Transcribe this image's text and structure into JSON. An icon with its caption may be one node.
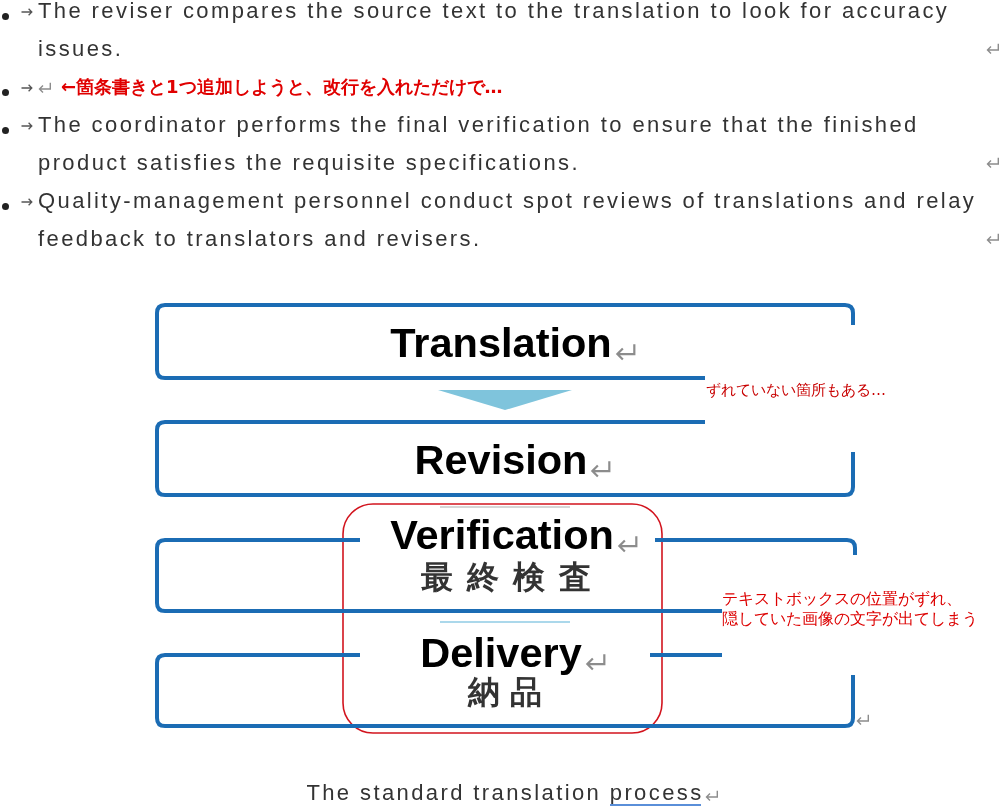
{
  "diagram": {
    "caption": "The standard translation process",
    "nodes": [
      {
        "text": [
          "Translation"
        ]
      },
      {
        "text": [
          "Revision"
        ]
      },
      {
        "text": [
          "Verification",
          "最終検査"
        ]
      },
      {
        "text": [
          "Delivery",
          "納品"
        ]
      }
    ],
    "edges": [
      {
        "from": 0,
        "to": 1,
        "arrow": "to"
      }
    ],
    "labels": [
      "The reviser compares the source text to the translation to look for accuracy issues.",
      "←箇条書きと1つ追加しようと、改行を入れただけで…",
      "The coordinator performs the final verification to ensure that the finished product satisfies the requisite specifications.",
      "Quality-management personnel conduct spot reviews of translations and relay feedback to translators and revisers.",
      "ずれていない箇所もある…",
      "テキストボックスの位置がずれ、隠していた画像の文字が出てしまう"
    ]
  }
}
